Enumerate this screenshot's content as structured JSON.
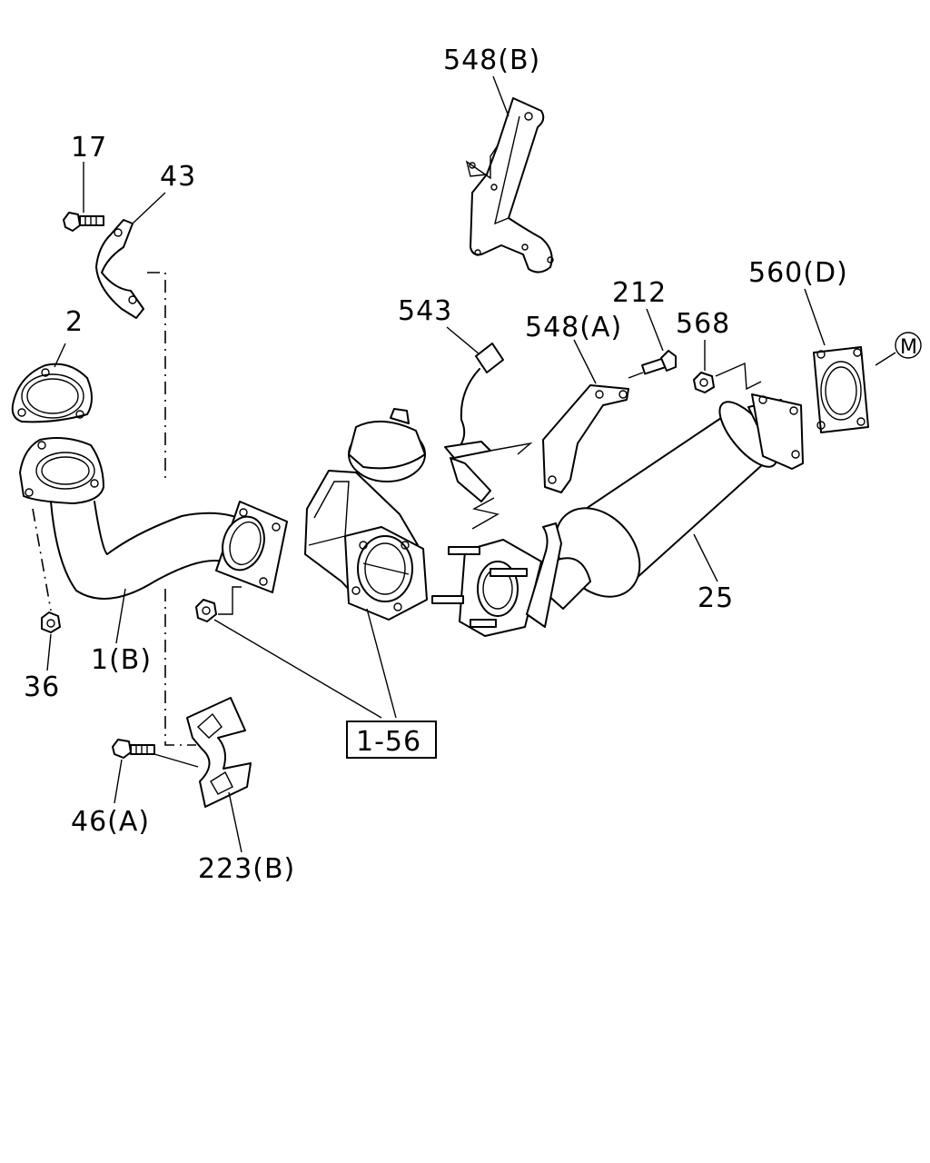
{
  "diagram": {
    "labels": {
      "l548b": "548(B)",
      "l17": "17",
      "l43": "43",
      "l2": "2",
      "l543": "543",
      "l548a": "548(A)",
      "l212": "212",
      "l568": "568",
      "l560d": "560(D)",
      "lM": "M",
      "l1b": "1(B)",
      "l36": "36",
      "l25": "25",
      "l156": "1-56",
      "l46a": "46(A)",
      "l223b": "223(B)"
    }
  }
}
